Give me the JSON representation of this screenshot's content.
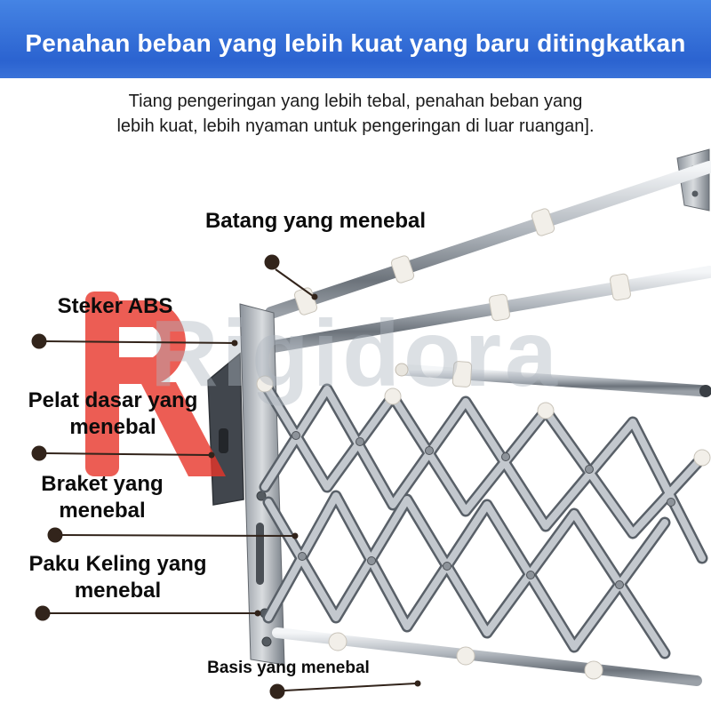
{
  "header": {
    "title": "Penahan beban yang lebih kuat yang baru ditingkatkan",
    "subtitle_line1": "Tiang pengeringan yang lebih tebal, penahan beban yang",
    "subtitle_line2": "lebih kuat, lebih nyaman untuk pengeringan di luar ruangan]."
  },
  "watermark": {
    "text": "Rigidora"
  },
  "callouts": {
    "batang": "Batang yang menebal",
    "steker": "Steker ABS",
    "pelat": "Pelat dasar yang menebal",
    "braket": "Braket yang menebal",
    "paku": "Paku Keling yang menebal",
    "basis": "Basis yang menebal"
  },
  "colors": {
    "header_blue": "#2b63d0",
    "callout_dot": "#32241b",
    "logo_red": "#e8352a",
    "watermark_gray": "#aeb6bf",
    "metal_gray": "#aeb4bb"
  }
}
